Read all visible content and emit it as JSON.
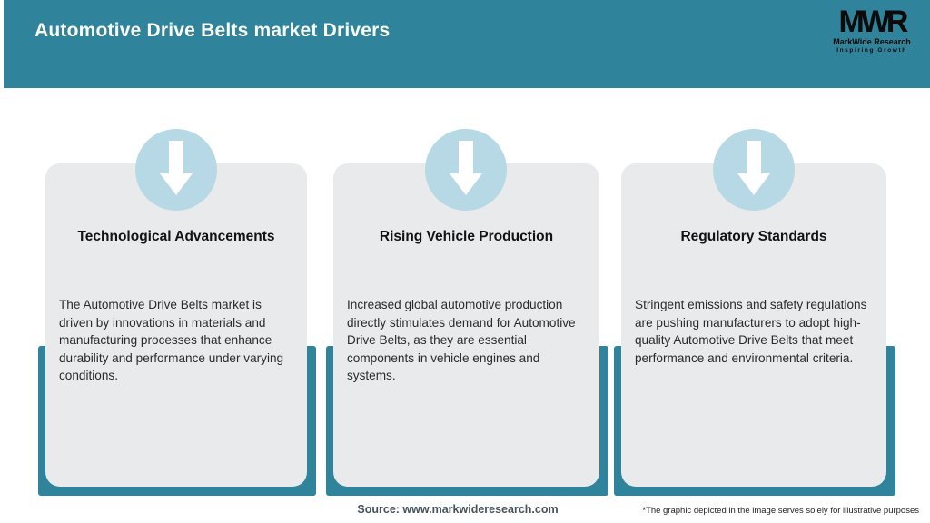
{
  "header": {
    "title": "Automotive Drive Belts market Drivers",
    "logo": {
      "acronym": "MWR",
      "name": "MarkWide Research",
      "tagline": "Inspiring Growth"
    }
  },
  "cards": [
    {
      "title": "Technological Advancements",
      "description": "The Automotive Drive Belts market is driven by innovations in materials and manufacturing processes that enhance durability and performance under varying conditions."
    },
    {
      "title": "Rising Vehicle Production",
      "description": "Increased global automotive production directly stimulates demand for Automotive Drive Belts, as they are essential components in vehicle engines and systems."
    },
    {
      "title": "Regulatory Standards",
      "description": "Stringent emissions and safety regulations are pushing manufacturers to adopt high-quality Automotive Drive Belts that meet performance and environmental criteria."
    }
  ],
  "footer": {
    "source": "Source: www.markwideresearch.com",
    "disclaimer": "*The graphic depicted in the image serves solely for illustrative purposes"
  },
  "colors": {
    "teal": "#2F839A",
    "card_background": "#E8EAEB",
    "circle_blue": "#B7D8E5",
    "arrow": "#FFFFFF"
  }
}
